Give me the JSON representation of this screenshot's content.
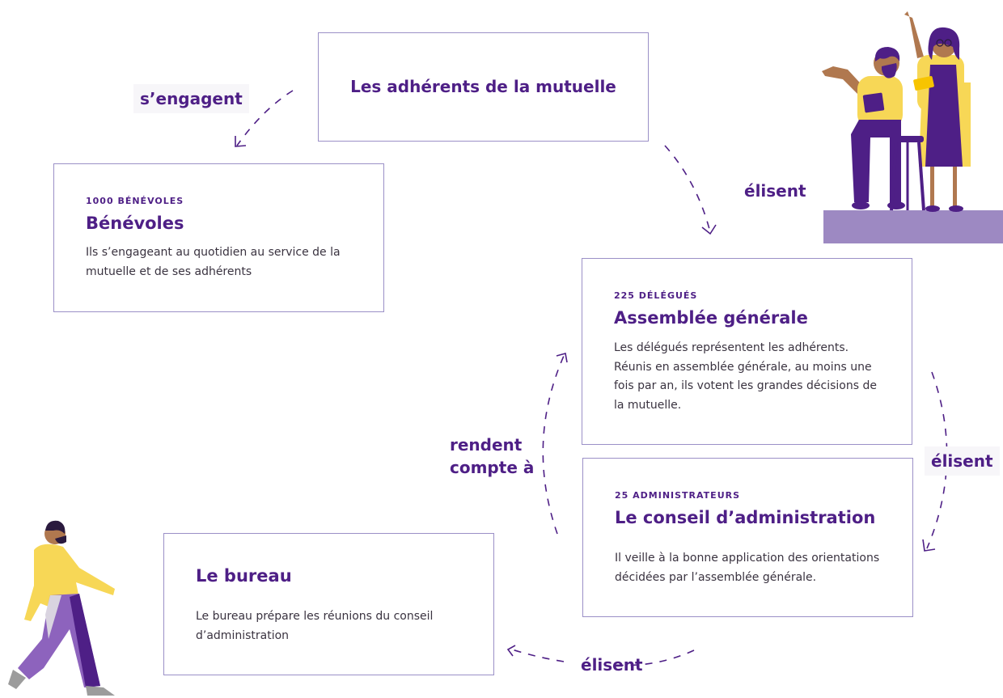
{
  "top": {
    "title": "Les adhérents de la mutuelle"
  },
  "benevoles": {
    "kicker": "1000 BÉNÉVOLES",
    "title": "Bénévoles",
    "description": "Ils s’engageant au quotidien au service de la mutuelle et de ses adhérents"
  },
  "assemblee": {
    "kicker": "225 DÉLÉGUÉS",
    "title": "Assemblée générale",
    "description": "Les délégués représentent les adhérents. Réunis en assemblée générale, au moins une fois par an, ils votent les grandes décisions de la mutuelle."
  },
  "conseil": {
    "kicker": "25 ADMINISTRATEURS",
    "title": "Le conseil d’administration",
    "description": "Il veille à la bonne application des orientations décidées par l’assemblée générale."
  },
  "bureau": {
    "title": "Le bureau",
    "description": "Le bureau prépare les réunions du conseil d’administration"
  },
  "labels": {
    "engagent": "s’engagent",
    "elisent_top": "élisent",
    "elisent_right": "élisent",
    "elisent_bottom": "élisent",
    "rendent_line1": "rendent",
    "rendent_line2": "compte à"
  },
  "colors": {
    "primary": "#4e1f86",
    "border": "#9b90c7",
    "yellow": "#f7d756",
    "lavender": "#9d89c2",
    "skin": "#b0784f"
  }
}
